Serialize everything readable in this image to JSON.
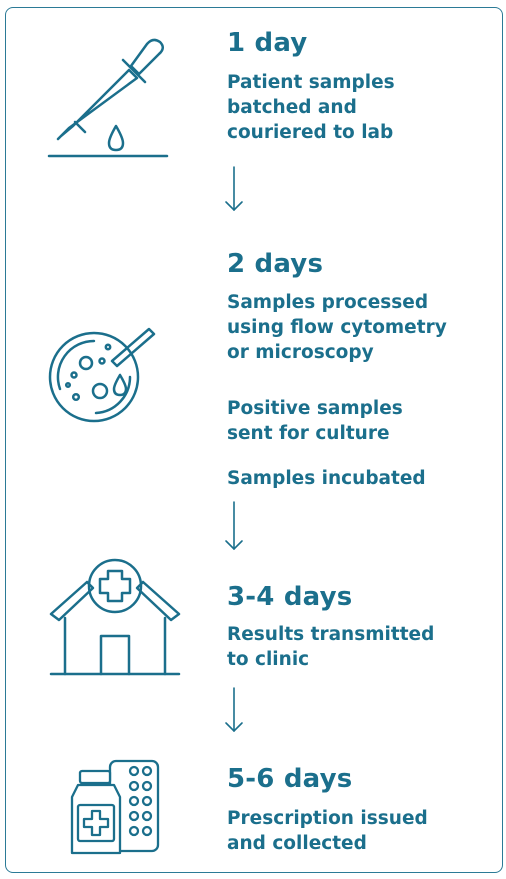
{
  "colors": {
    "primary": "#1b6f8c",
    "border": "#2b7a96"
  },
  "steps": [
    {
      "icon": "pipette-icon",
      "duration": "1 day",
      "descriptions": [
        "Patient samples\nbatched and\ncouriered to lab"
      ]
    },
    {
      "icon": "petri-dish-icon",
      "duration": "2 days",
      "descriptions": [
        "Samples processed\nusing flow cytometry\nor microscopy",
        "Positive samples\nsent for culture",
        "Samples incubated"
      ]
    },
    {
      "icon": "clinic-icon",
      "duration": "3-4 days",
      "descriptions": [
        "Results transmitted\nto clinic"
      ]
    },
    {
      "icon": "medication-icon",
      "duration": "5-6 days",
      "descriptions": [
        "Prescription issued\nand collected"
      ]
    }
  ]
}
